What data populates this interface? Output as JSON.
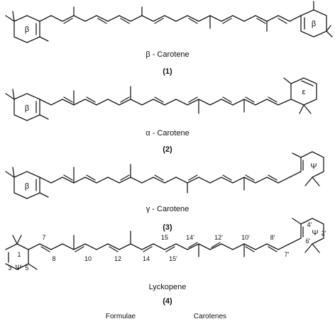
{
  "molecules": [
    {
      "name": "β - Carotene",
      "number": "(1)",
      "left_ring": "β",
      "right_ring": "β"
    },
    {
      "name": "α - Carotene",
      "number": "(2)",
      "left_ring": "β",
      "right_ring": "ε"
    },
    {
      "name": "γ - Carotene",
      "number": "(3)",
      "left_ring": "β",
      "right_ring": "Ψ"
    },
    {
      "name": "Lyckopene",
      "number": "(4)",
      "left_ring": "Ψ",
      "right_ring": "Ψ"
    }
  ],
  "lycopene_atom_labels": {
    "left": [
      "1",
      "3",
      "5"
    ],
    "chain": [
      "7",
      "8",
      "10",
      "12",
      "14",
      "15",
      "15'",
      "14'",
      "12'",
      "10'",
      "8'",
      "7'"
    ],
    "right": [
      "4'",
      "6'",
      "2'"
    ]
  },
  "footer": {
    "left": "Formulae",
    "right": "Carotenes"
  }
}
